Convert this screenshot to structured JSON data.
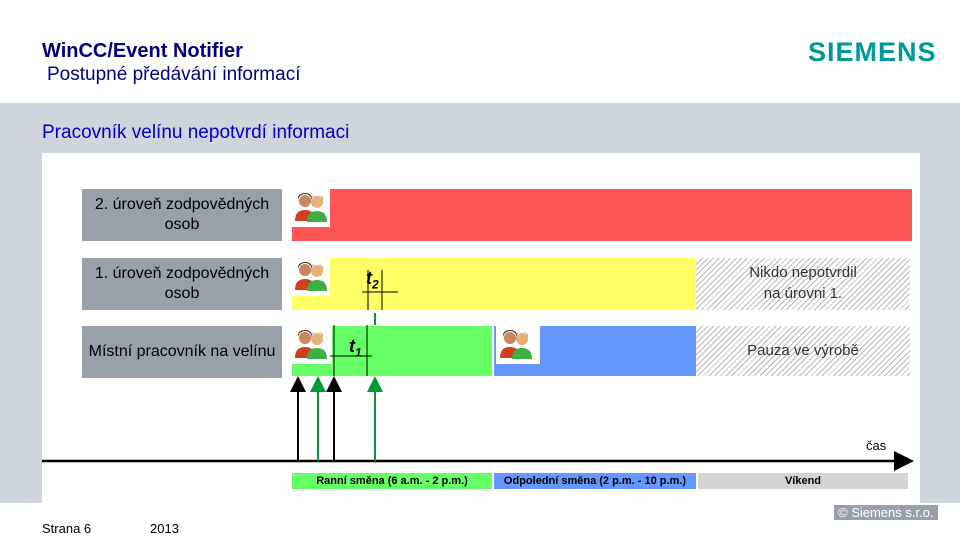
{
  "header": {
    "title": "WinCC/Event Notifier",
    "subtitle": "Postupné předávání informací",
    "logo": "SIEMENS"
  },
  "slide": {
    "heading": "Pracovník velínu nepotvrdí informaci"
  },
  "levels": [
    {
      "label": "2. úroveň zodpovědných osob"
    },
    {
      "label": "1. úroveň zodpovědných osob"
    },
    {
      "label": "Místní pracovník na velínu"
    }
  ],
  "annotations": {
    "t2": "t",
    "t2_sub": "2",
    "t1": "t",
    "t1_sub": "1",
    "nobody_line1": "Nikdo nepotvrdil",
    "nobody_line2": "na úrovni 1.",
    "pause": "Pauza ve výrobě",
    "time_axis": "čas"
  },
  "shifts": [
    {
      "label": "Ranní směna (6 a.m. - 2 p.m.)"
    },
    {
      "label": "Odpolední směna (2 p.m. - 10 p.m.)"
    },
    {
      "label": "Víkend"
    }
  ],
  "footer": {
    "page": "Strana 6",
    "year": "2013",
    "copyright": "© Siemens s.r.o."
  },
  "colors": {
    "red": "#ff5555",
    "yellow": "#ffff66",
    "green": "#66ff66",
    "blue": "#6699ff",
    "label_gray": "#9aa0a9",
    "title_blue": "#000080",
    "logo_teal": "#009999",
    "arrow_green": "#009933"
  },
  "icons": [
    "people-icon"
  ]
}
